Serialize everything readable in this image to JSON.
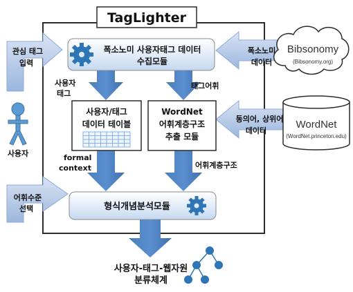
{
  "title": "TagLighter",
  "modules": {
    "collection": [
      "폭소노미 사용자태그 데이터",
      "수집모듈"
    ],
    "user_tag_table": [
      "사용자/태그",
      "데이터 테이블"
    ],
    "wordnet_extract": [
      "WordNet",
      "어휘계층구조",
      "추출 모듈"
    ],
    "fca": "형식개념분석모듈"
  },
  "external": {
    "bibsonomy": {
      "name": "Bibsonomy",
      "url": "(Bibsonomy.org)"
    },
    "wordnet_db": {
      "name": "WordNet",
      "url": "(WordNet.princeton.edu)"
    },
    "user": "사용자"
  },
  "flow_labels": {
    "interest_tag": [
      "관심 태그",
      "입력"
    ],
    "folksonomy_data": [
      "폭소노미",
      "데이터"
    ],
    "user_tag": [
      "사용자",
      "태그"
    ],
    "tag_vocab": "태그어휘",
    "synonym_hypernym": [
      "동의어, 상위어",
      "데이터"
    ],
    "formal_context": [
      "formal",
      "context"
    ],
    "lexical_hierarchy": "어휘계층구조",
    "vocab_level": [
      "어휘수준",
      "선택"
    ]
  },
  "output": [
    "사용자-태그-웹자원",
    "분류체계"
  ],
  "colors": {
    "arrow": "#4f81bd",
    "arrow_light": "#b4c7e7",
    "box_gradient_top": "#ffffff",
    "box_gradient_bottom": "#c6d9f1",
    "gear": "#2e75b6",
    "tree_node": "#2e75b6"
  }
}
